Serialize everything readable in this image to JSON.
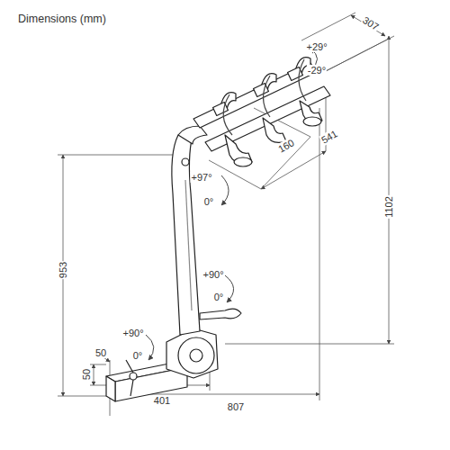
{
  "diagram": {
    "title": "Dimensions (mm)",
    "labels": [
      "307",
      "+29°",
      "-29°",
      "541",
      "160",
      "1102",
      "+97°",
      "0°",
      "953",
      "+90°",
      "0°",
      "+90°",
      "0°",
      "50",
      "50",
      "401",
      "807"
    ]
  }
}
